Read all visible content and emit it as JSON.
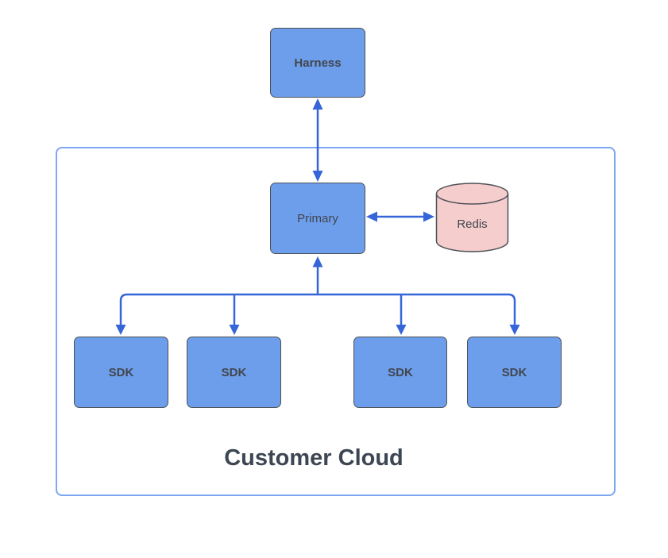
{
  "diagram": {
    "title": "Harness / Customer Cloud architecture diagram",
    "nodes": {
      "harness": {
        "label": "Harness"
      },
      "primary": {
        "label": "Primary"
      },
      "redis": {
        "label": "Redis"
      },
      "sdk_1": {
        "label": "SDK"
      },
      "sdk_2": {
        "label": "SDK"
      },
      "sdk_3": {
        "label": "SDK"
      },
      "sdk_4": {
        "label": "SDK"
      }
    },
    "container": {
      "label": "Customer Cloud"
    },
    "connections": [
      {
        "from": "Harness",
        "to": "Primary",
        "direction": "bidirectional"
      },
      {
        "from": "Primary",
        "to": "Redis",
        "direction": "bidirectional"
      },
      {
        "from": "Primary",
        "to": "SDK",
        "direction": "fan-out to 4 SDK nodes, arrowheads at SDKs and at Primary"
      }
    ]
  },
  "colors": {
    "node_fill": "#6d9eeb",
    "node_border": "#4d5056",
    "node_text": "#42464d",
    "redis_fill": "#f5cdcd",
    "connector": "#3565d9",
    "container_border": "#7ea6f2",
    "container_text": "#3d4653"
  }
}
